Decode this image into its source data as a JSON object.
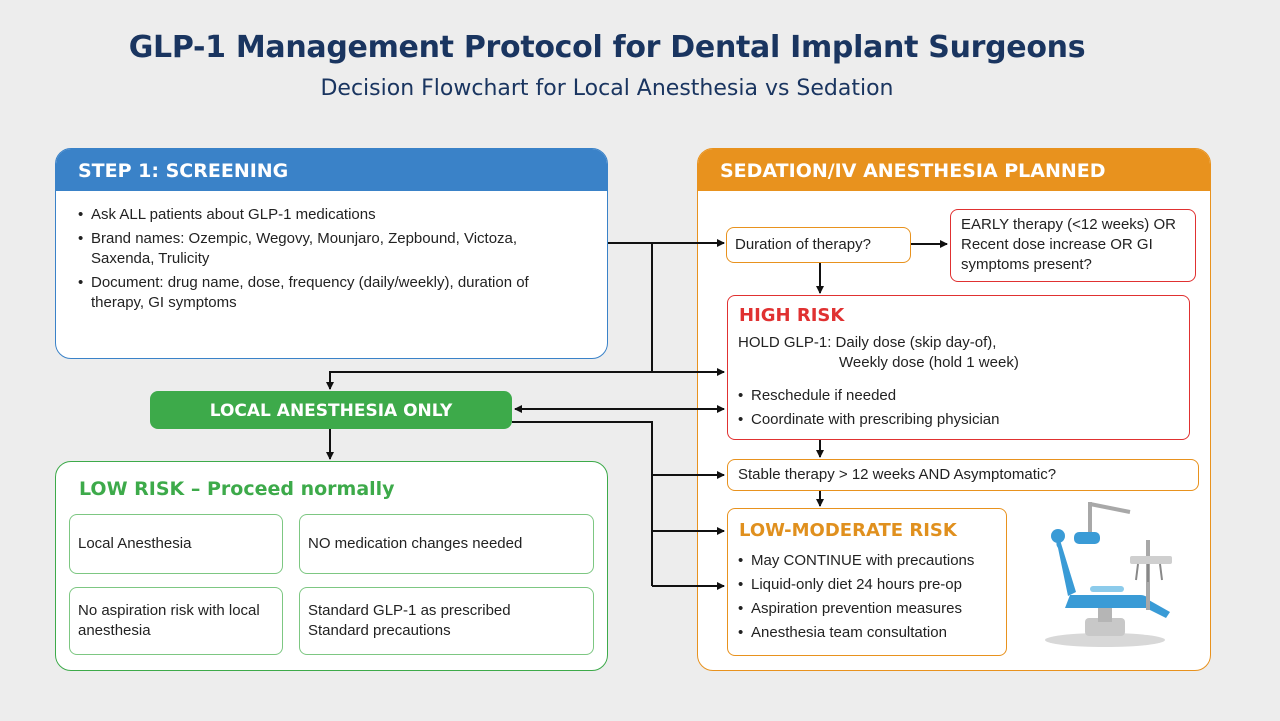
{
  "header": {
    "title": "GLP-1 Management Protocol for Dental Implant Surgeons",
    "subtitle": "Decision Flowchart for Local Anesthesia vs Sedation"
  },
  "screening": {
    "title": "STEP 1: SCREENING",
    "bullets": [
      "Ask ALL patients about GLP-1 medications",
      "Brand names: Ozempic, Wegovy, Mounjaro, Zepbound, Victoza, Saxenda, Trulicity",
      "Document: drug name, dose, frequency (daily/weekly), duration of therapy, GI symptoms"
    ]
  },
  "local": {
    "label": "LOCAL ANESTHESIA ONLY"
  },
  "low_risk": {
    "title": "LOW RISK – Proceed normally",
    "cells": [
      "Local Anesthesia",
      "NO medication changes needed",
      "No aspiration risk with local anesthesia",
      "Standard GLP-1 as prescribed\nStandard precautions"
    ]
  },
  "sedation": {
    "title": "SEDATION/IV ANESTHESIA PLANNED",
    "duration_question": "Duration of therapy?",
    "early_criteria": "EARLY therapy (<12 weeks) OR Recent dose increase OR GI symptoms present?",
    "stable_question": "Stable therapy > 12 weeks AND Asymptomatic?"
  },
  "high_risk": {
    "title": "HIGH RISK",
    "hold_label": "HOLD GLP-1:",
    "hold_daily": "Daily dose (skip day-of),",
    "hold_weekly": "Weekly dose (hold 1 week)",
    "bullets": [
      "Reschedule if needed",
      "Coordinate with prescribing physician"
    ]
  },
  "low_moderate": {
    "title": "LOW-MODERATE RISK",
    "bullets": [
      "May CONTINUE with precautions",
      "Liquid-only diet 24 hours pre-op",
      "Aspiration prevention measures",
      "Anesthesia team consultation"
    ]
  },
  "colors": {
    "navy": "#1a3560",
    "blue": "#3a82c8",
    "orange": "#e8921e",
    "green": "#3daa4a",
    "red": "#e03131"
  }
}
